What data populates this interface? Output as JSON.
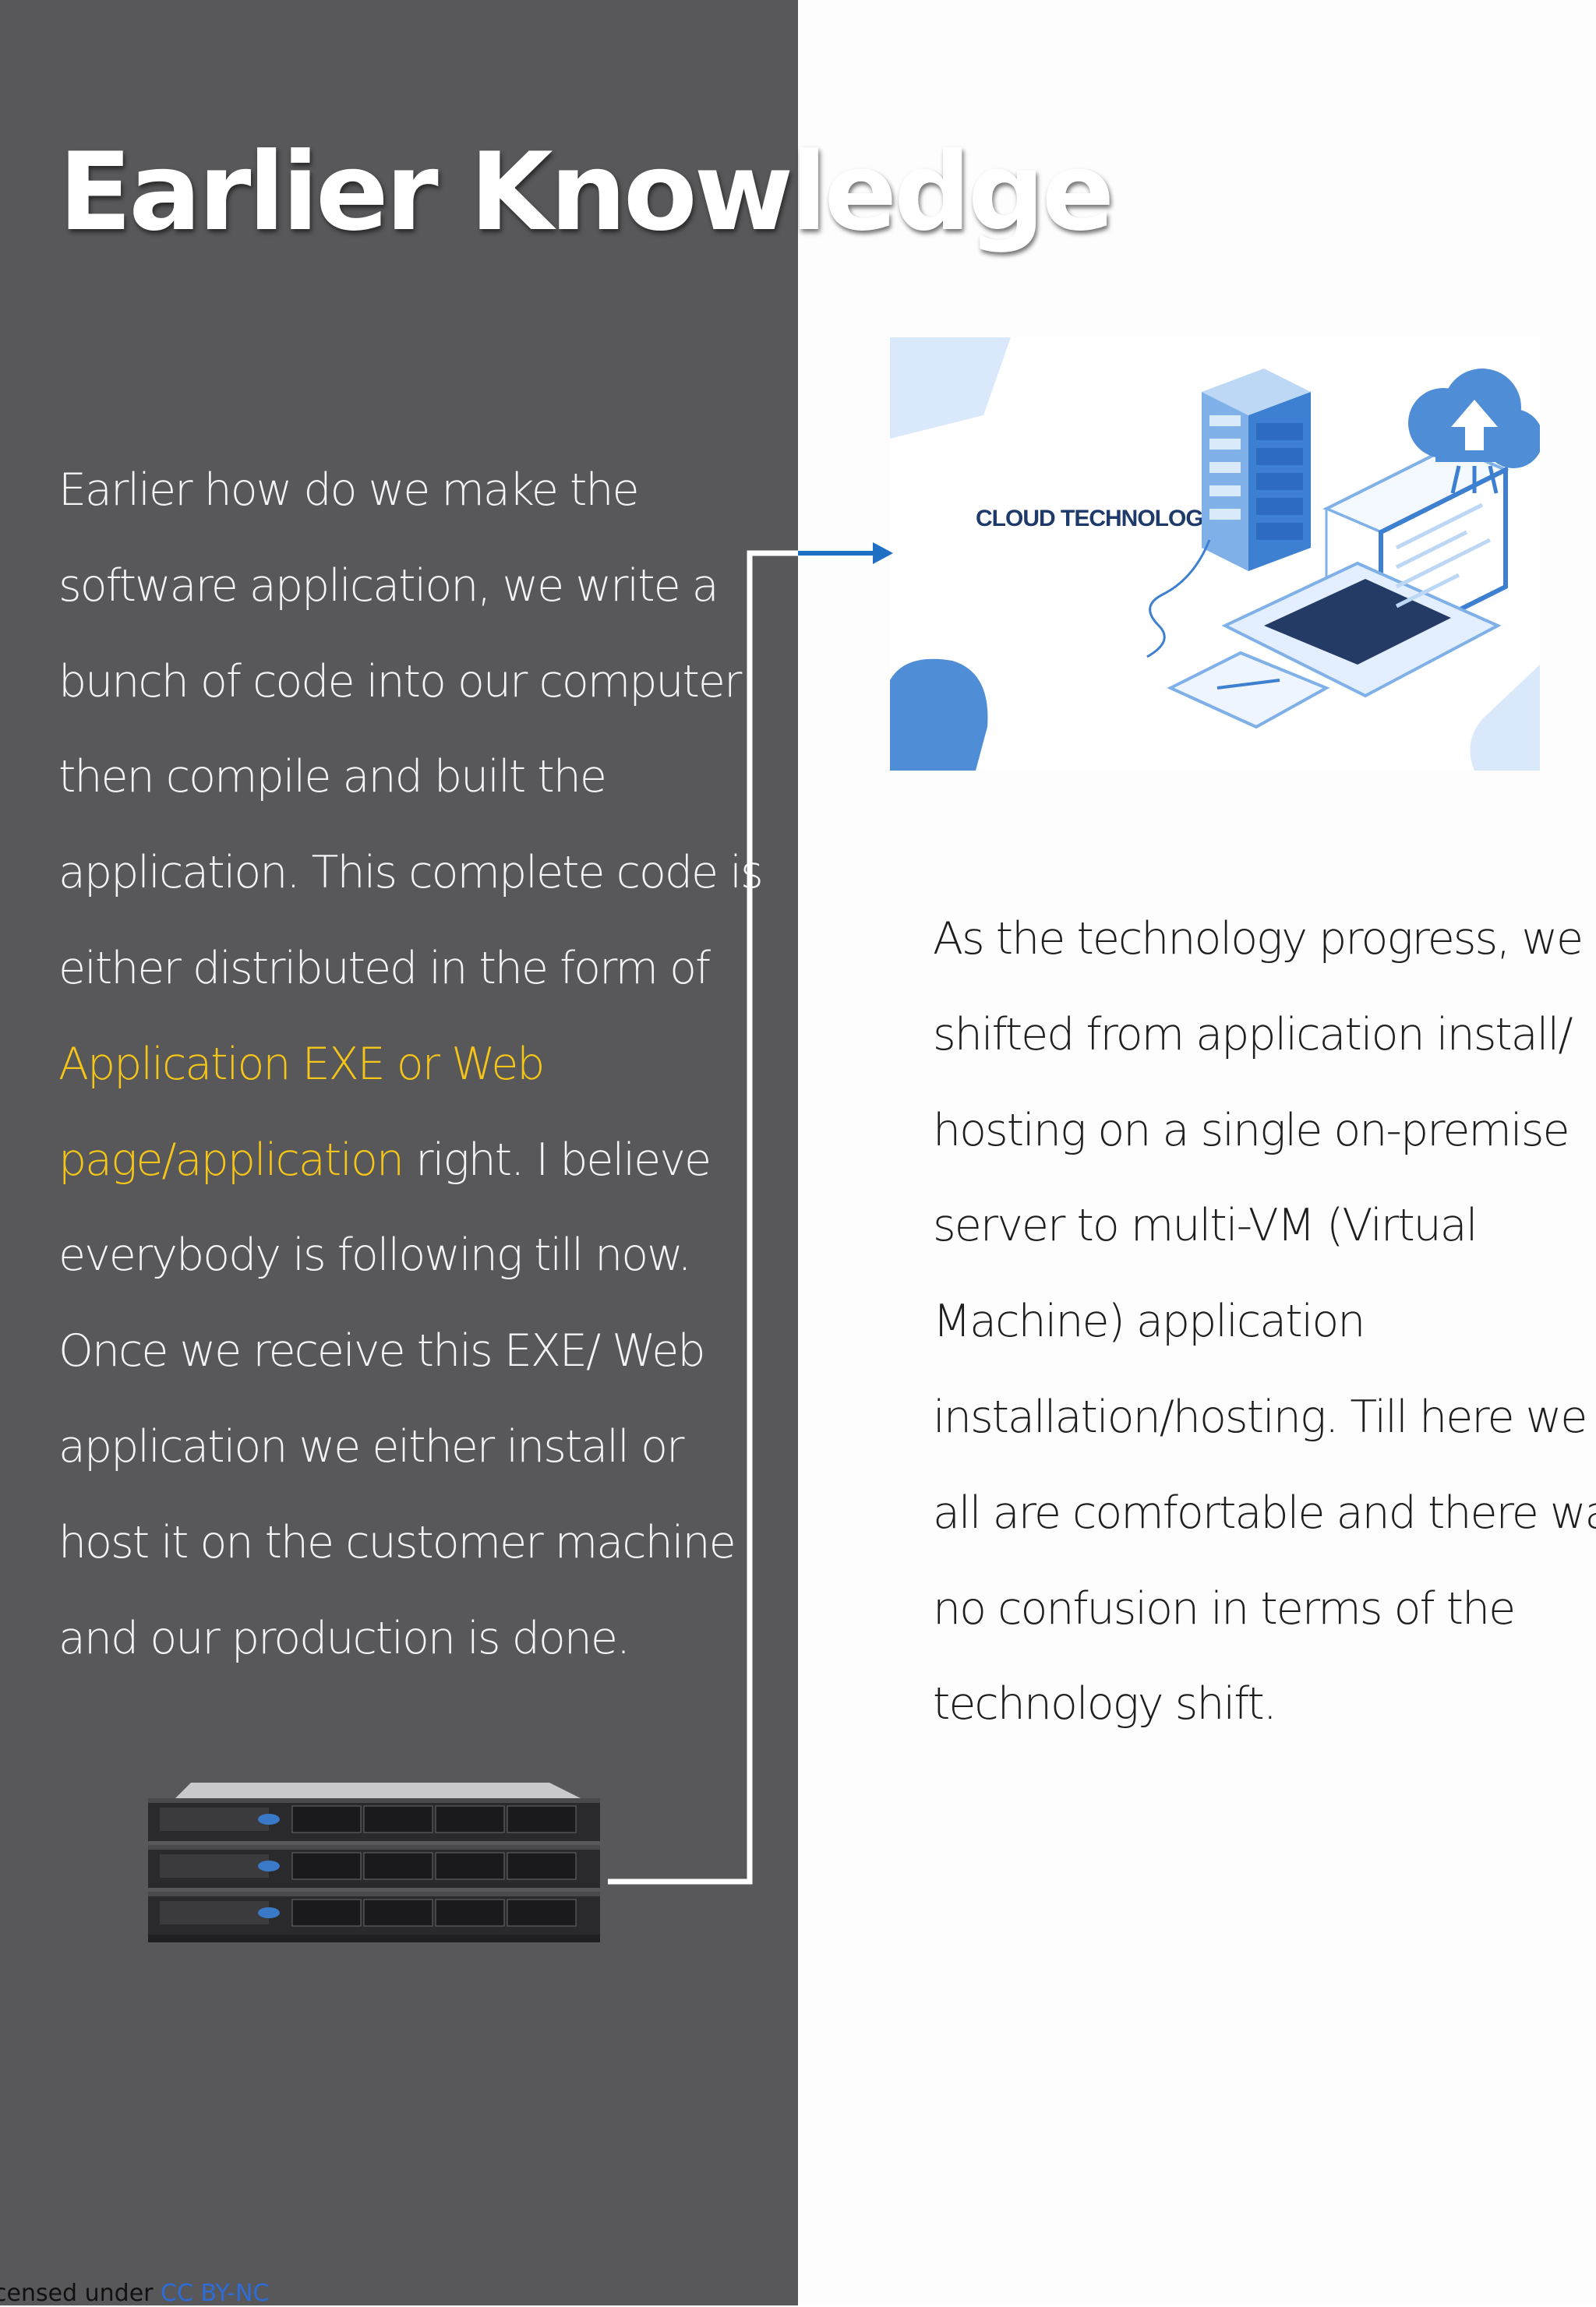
{
  "title": "Earlier Knowledge",
  "left_paragraph": {
    "lines": [
      "Earlier how do we make the",
      "software application, we write a",
      "bunch of code into our computer",
      "then compile and built the",
      "application. This complete code is",
      "either distributed in the form of"
    ],
    "highlight_line_1": "Application EXE or Web",
    "highlight_line_2": "page/application",
    "after_highlight": " right. I believe",
    "lines_after": [
      "everybody is following till now.",
      "Once we receive this EXE/ Web",
      "application we either install or",
      "host it on the customer machine",
      "and our production is done."
    ]
  },
  "right_paragraph": {
    "lines": [
      "As the technology progress, we",
      "shifted from application install/",
      "hosting on a single on-premise",
      "server to multi-VM (Virtual",
      "Machine) application",
      "installation/hosting. Till here we",
      "all are comfortable and there was",
      "no confusion in terms of the",
      "technology shift."
    ]
  },
  "illustration": {
    "label": "CLOUD TECHNOLOGY"
  },
  "footer": {
    "license_prefix": "censed under ",
    "license_link": "CC BY-NC"
  },
  "colors": {
    "left_panel": "#58585a",
    "highlight": "#f5c518",
    "arrow": "#1f6fc4"
  }
}
